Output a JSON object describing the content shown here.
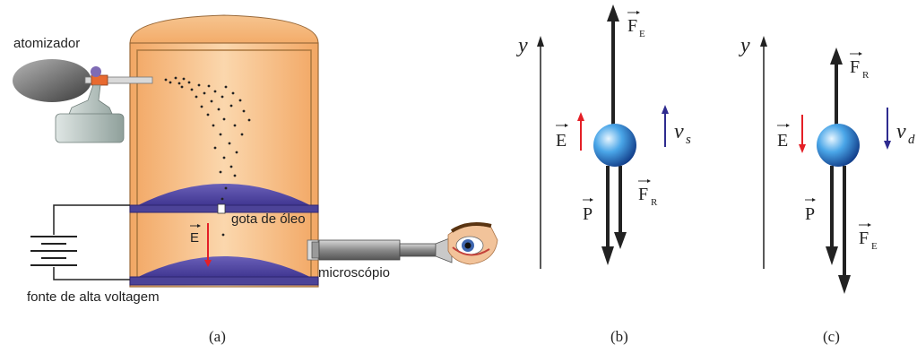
{
  "panel_a": {
    "atomizer_label": "atomizador",
    "drop_label": "gota de óleo",
    "field_label": "E",
    "microscope_label": "microscópio",
    "source_label": "fonte de alta voltagem",
    "caption": "(a)"
  },
  "panel_b": {
    "axis_label": "y",
    "force_up": "F",
    "force_up_sub": "E",
    "force_down_1": "P",
    "force_down_2": "F",
    "force_down_2_sub": "R",
    "field_label": "E",
    "velocity_label": "v",
    "velocity_sub": "s",
    "caption": "(b)"
  },
  "panel_c": {
    "axis_label": "y",
    "force_up": "F",
    "force_up_sub": "R",
    "force_down_1": "P",
    "force_down_2": "F",
    "force_down_2_sub": "E",
    "field_label": "E",
    "velocity_label": "v",
    "velocity_sub": "d",
    "caption": "(c)"
  },
  "colors": {
    "field_arrow": "#e41f26",
    "velocity_arrow": "#2e2b8f",
    "chamber": "#f7c08a",
    "plate": "#5b52a8",
    "drop": "#3a8fd6"
  }
}
